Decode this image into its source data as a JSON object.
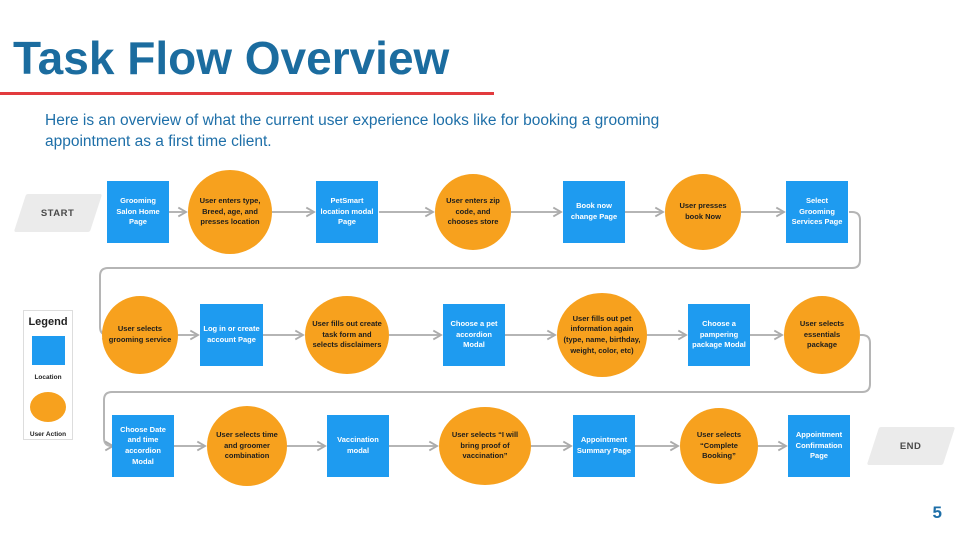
{
  "slide": {
    "title": "Task Flow Overview",
    "subtitle": "Here is an overview of what the current user experience looks like for booking a grooming appointment as a first time client.",
    "page_number": "5"
  },
  "colors": {
    "title_blue": "#1B6C9F",
    "subtitle_blue": "#1E6FA8",
    "accent_red": "#E23B3E",
    "location_blue": "#1E9BF0",
    "action_orange": "#F7A11E",
    "terminal_gray": "#EBEBEB",
    "connector_gray": "#B0B0B0"
  },
  "legend": {
    "title": "Legend",
    "items": [
      {
        "shape": "square",
        "label": "Location"
      },
      {
        "shape": "circle",
        "label": "User Action"
      }
    ]
  },
  "flow": {
    "rows": [
      [
        {
          "kind": "start",
          "label": "START"
        },
        {
          "kind": "location",
          "label": "Grooming Salon Home Page"
        },
        {
          "kind": "action",
          "label": "User enters type, Breed, age, and presses location"
        },
        {
          "kind": "location",
          "label": "PetSmart location modal Page"
        },
        {
          "kind": "action",
          "label": "User enters zip code, and chooses store"
        },
        {
          "kind": "location",
          "label": "Book now change Page"
        },
        {
          "kind": "action",
          "label": "User presses book Now"
        },
        {
          "kind": "location",
          "label": "Select Grooming Services Page"
        }
      ],
      [
        {
          "kind": "action",
          "label": "User selects grooming service"
        },
        {
          "kind": "location",
          "label": "Log in or create account Page"
        },
        {
          "kind": "action",
          "label": "User fills out create task form and selects disclaimers"
        },
        {
          "kind": "location",
          "label": "Choose a pet accordion Modal"
        },
        {
          "kind": "action",
          "label": "User fills out pet information again (type, name, birthday, weight, color, etc)"
        },
        {
          "kind": "location",
          "label": "Choose a pampering package Modal"
        },
        {
          "kind": "action",
          "label": "User selects essentials package"
        }
      ],
      [
        {
          "kind": "location",
          "label": "Choose Date and time accordion Modal"
        },
        {
          "kind": "action",
          "label": "User selects time and groomer combination"
        },
        {
          "kind": "location",
          "label": "Vaccination modal"
        },
        {
          "kind": "action",
          "label": "User selects “I will bring proof of vaccination”"
        },
        {
          "kind": "location",
          "label": "Appointment Summary Page"
        },
        {
          "kind": "action",
          "label": "User selects “Complete Booking”"
        },
        {
          "kind": "location",
          "label": "Appointment Confirmation Page"
        },
        {
          "kind": "end",
          "label": "END"
        }
      ]
    ]
  }
}
